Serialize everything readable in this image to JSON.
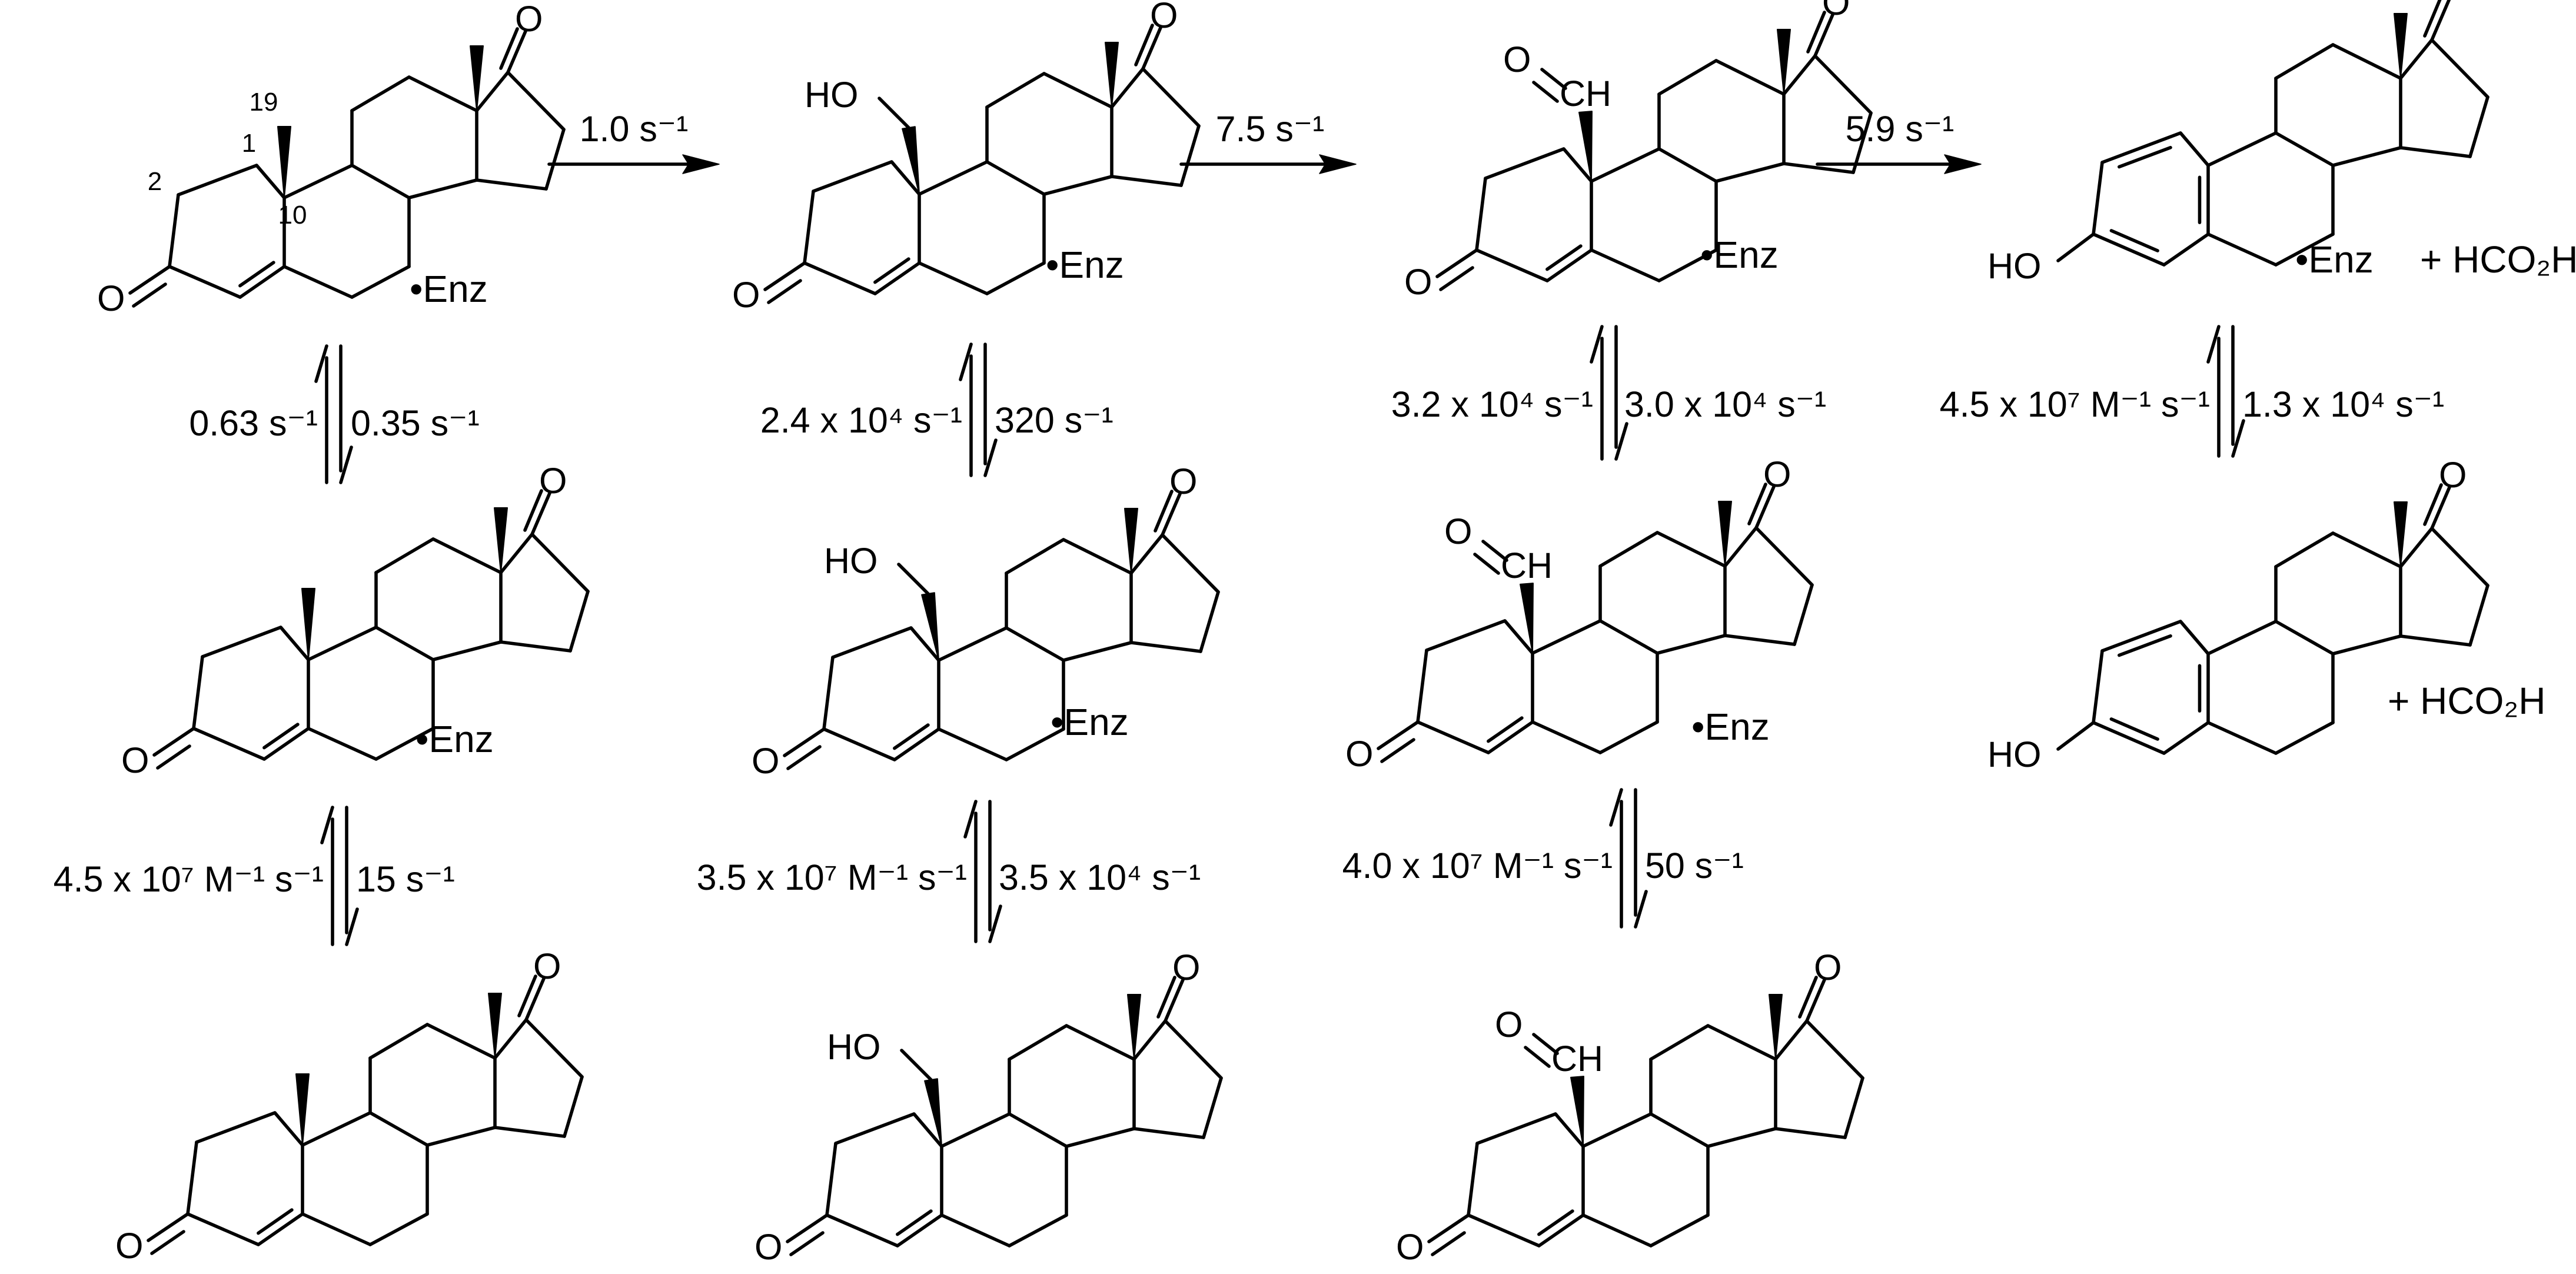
{
  "colors": {
    "ink": "#000000",
    "background": "#ffffff"
  },
  "atom_labels": {
    "oxygen": "O",
    "hydroxyl": "HO",
    "aldehyde": "CH"
  },
  "numbering": {
    "c1": "1",
    "c2": "2",
    "c10": "10",
    "c19": "19"
  },
  "enzyme_label": "•Enz",
  "byproduct": "+ HCO₂H",
  "steps": [
    {
      "rate": "1.0 s⁻¹"
    },
    {
      "rate": "7.5 s⁻¹"
    },
    {
      "rate": "5.9 s⁻¹"
    }
  ],
  "equilibria": [
    {
      "forward": "0.63 s⁻¹",
      "reverse": "0.35 s⁻¹"
    },
    {
      "forward": "2.4 x 10⁴ s⁻¹",
      "reverse": "320 s⁻¹"
    },
    {
      "forward": "3.2 x 10⁴ s⁻¹",
      "reverse": "3.0 x 10⁴ s⁻¹"
    },
    {
      "forward": "4.5 x 10⁷ M⁻¹ s⁻¹",
      "reverse": "1.3 x 10⁴ s⁻¹"
    },
    {
      "forward": "4.5 x 10⁷ M⁻¹ s⁻¹",
      "reverse": "15 s⁻¹"
    },
    {
      "forward": "3.5 x 10⁷ M⁻¹ s⁻¹",
      "reverse": "3.5 x 10⁴ s⁻¹"
    },
    {
      "forward": "4.0 x 10⁷ M⁻¹ s⁻¹",
      "reverse": "50 s⁻¹"
    }
  ]
}
